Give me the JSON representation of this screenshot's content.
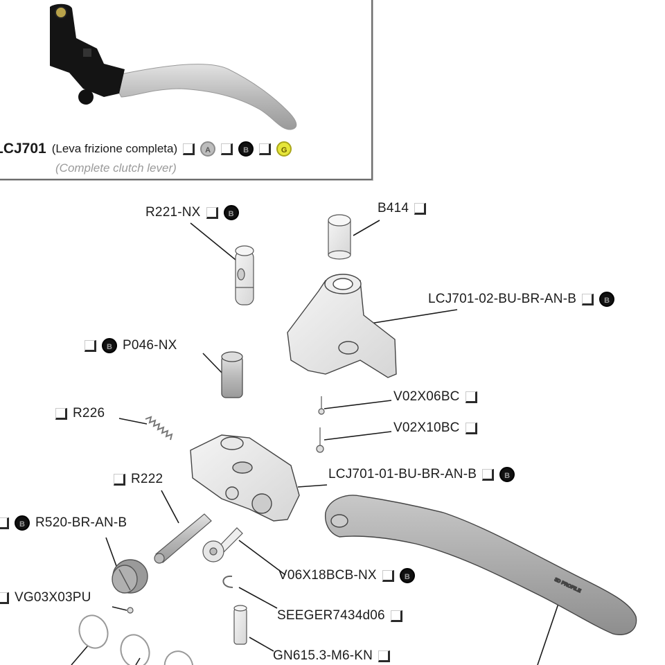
{
  "header_box": {
    "product_code": "LCJ701",
    "description_it": "(Leva frizione completa)",
    "description_en": "(Complete clutch lever)",
    "options": [
      {
        "badge": "A",
        "color": "#bdbdbd"
      },
      {
        "badge": "B",
        "color": "#111111"
      },
      {
        "badge": "G",
        "color": "#e6e63a"
      }
    ]
  },
  "parts": [
    {
      "code": "R221-NX",
      "badge": "B"
    },
    {
      "code": "B414",
      "badge": null
    },
    {
      "code": "LCJ701-02-BU-BR-AN-B",
      "badge": "B"
    },
    {
      "code": "P046-NX",
      "badge": "B"
    },
    {
      "code": "V02X06BC",
      "badge": null
    },
    {
      "code": "R226",
      "badge": null
    },
    {
      "code": "V02X10BC",
      "badge": null
    },
    {
      "code": "R222",
      "badge": null
    },
    {
      "code": "LCJ701-01-BU-BR-AN-B",
      "badge": "B"
    },
    {
      "code": "R520-BR-AN-B",
      "badge": "B"
    },
    {
      "code": "V06X18BCB-NX",
      "badge": "B"
    },
    {
      "code": "VG03X03PU",
      "badge": null
    },
    {
      "code": "SEEGER7434d06",
      "badge": null
    },
    {
      "code": "GN615.3-M6-KN",
      "badge": null
    }
  ],
  "lever_engraving": "3D PROFILE"
}
